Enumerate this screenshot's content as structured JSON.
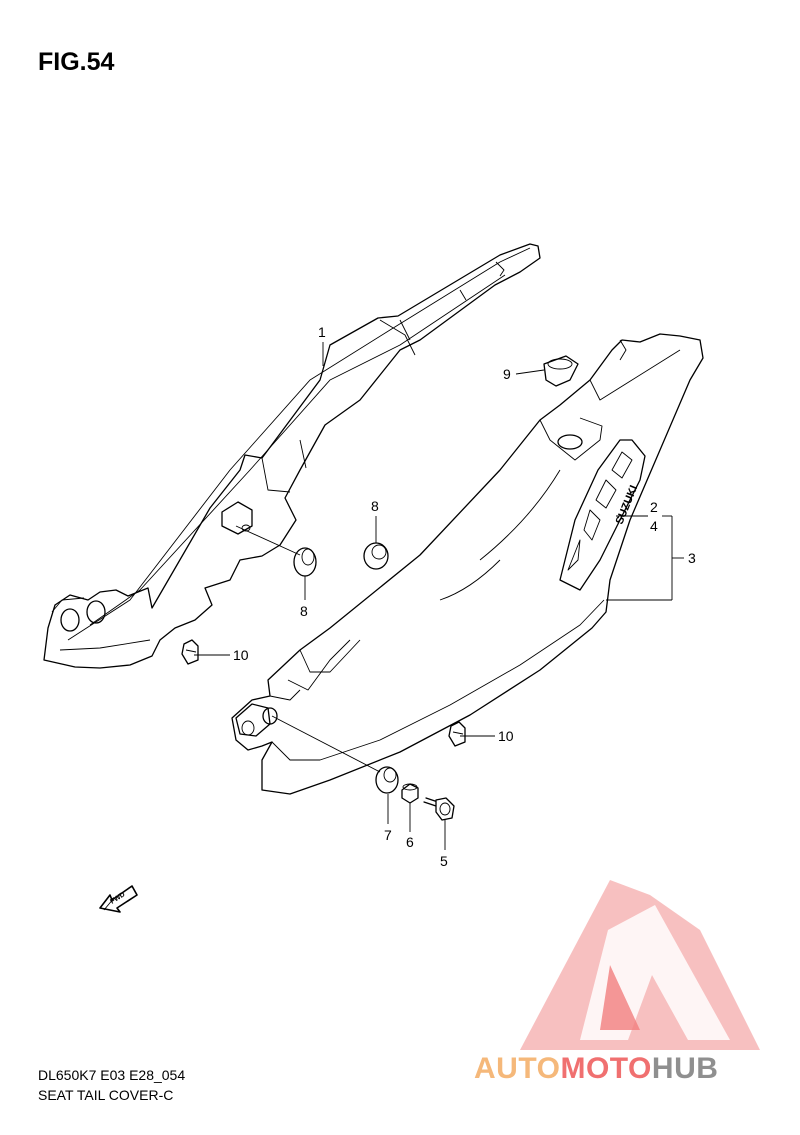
{
  "figure": {
    "title": "FIG.54"
  },
  "footer": {
    "model_code": "DL650K7 E03 E28_054",
    "section_name": "SEAT TAIL COVER-C"
  },
  "callouts": [
    "1",
    "2",
    "4",
    "3",
    "9",
    "8",
    "8",
    "10",
    "10",
    "7",
    "6",
    "5"
  ],
  "direction_marker": {
    "label": "FWD",
    "icon": "arrow-left-icon"
  },
  "decal": {
    "text": "SUZUKI"
  },
  "watermark": {
    "text_part1": "AUTO",
    "text_part2": "MOTO",
    "text_part3": "HUB",
    "colors": {
      "accent": "#f07070",
      "orange": "#f5b87a",
      "gray": "#8f8f8f"
    }
  }
}
